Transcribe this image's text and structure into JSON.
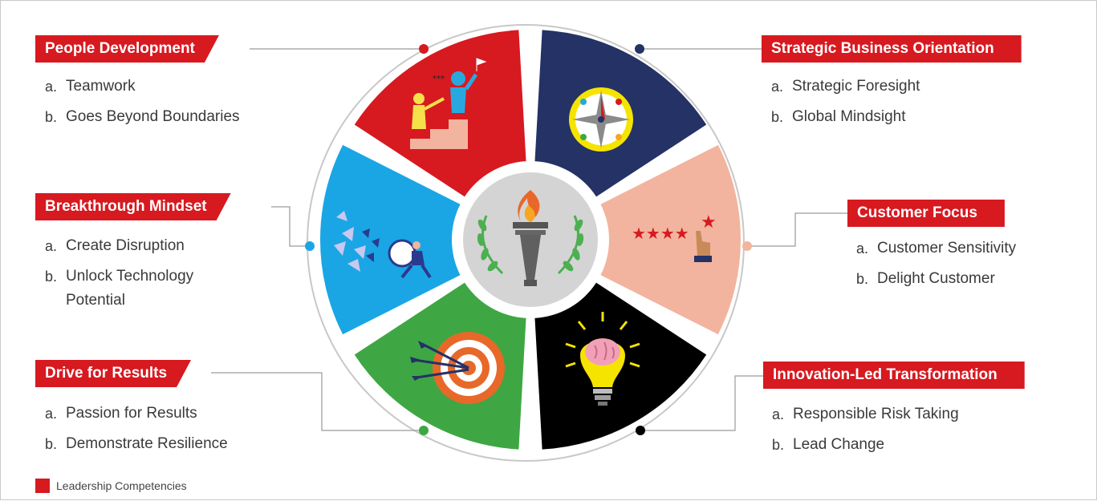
{
  "competencies": [
    {
      "title": "People Development",
      "items": [
        {
          "marker": "a.",
          "text": "Teamwork"
        },
        {
          "marker": "b.",
          "text": "Goes Beyond Boundaries"
        }
      ],
      "color": "#d71920"
    },
    {
      "title": "Strategic Business Orientation",
      "items": [
        {
          "marker": "a.",
          "text": "Strategic Foresight"
        },
        {
          "marker": "b.",
          "text": "Global Mindsight"
        }
      ],
      "color": "#243266"
    },
    {
      "title": "Breakthrough Mindset",
      "items": [
        {
          "marker": "a.",
          "text": "Create Disruption"
        },
        {
          "marker": "b.",
          "text": "Unlock Technology"
        },
        {
          "marker": "",
          "text": "Potential"
        }
      ],
      "color": "#1aa6e4"
    },
    {
      "title": "Customer Focus",
      "items": [
        {
          "marker": "a.",
          "text": "Customer Sensitivity"
        },
        {
          "marker": "b.",
          "text": "Delight Customer"
        }
      ],
      "color": "#f2b49e"
    },
    {
      "title": "Drive for Results",
      "items": [
        {
          "marker": "a.",
          "text": "Passion for Results"
        },
        {
          "marker": "b.",
          "text": "Demonstrate Resilience"
        }
      ],
      "color": "#3ea743"
    },
    {
      "title": "Innovation-Led Transformation",
      "items": [
        {
          "marker": "a.",
          "text": "Responsible Risk Taking"
        },
        {
          "marker": "b.",
          "text": "Lead Change"
        }
      ],
      "color": "#000000"
    }
  ],
  "legend": {
    "label": "Leadership Competencies",
    "color": "#d71920"
  },
  "icons": [
    "teamwork-stairs-icon",
    "compass-icon",
    "disruption-runner-icon",
    "rating-stars-icon",
    "target-arrows-icon",
    "brain-bulb-icon",
    "torch-laurel-icon"
  ]
}
